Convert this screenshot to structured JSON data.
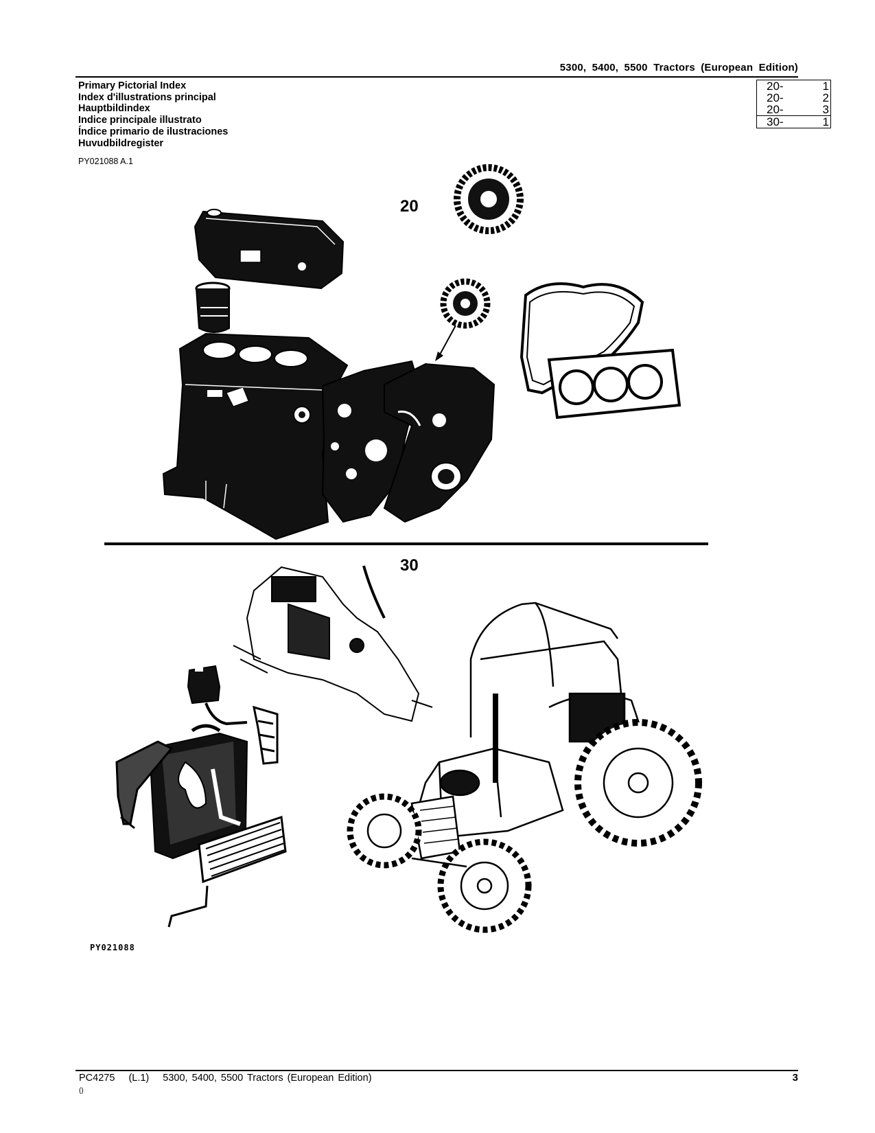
{
  "header": {
    "title": "5300, 5400, 5500 Tractors (European Edition)"
  },
  "titles": [
    "Primary Pictorial Index",
    "Index d'illustrations principal",
    "Hauptbildindex",
    "Indice principale illustrato",
    "Índice primario de ilustraciones",
    "Huvudbildregister"
  ],
  "figure_code": "PY021088 A.1",
  "index": [
    {
      "group": "20-",
      "page": "1"
    },
    {
      "group": "20-",
      "page": "2"
    },
    {
      "group": "20-",
      "page": "3"
    },
    {
      "group": "30-",
      "page": "1"
    }
  ],
  "sections": [
    {
      "label": "20"
    },
    {
      "label": "30"
    }
  ],
  "illustration_code": "PY021088",
  "footer": {
    "doc": "PC4275",
    "rev": "(L.1)",
    "title": "5300, 5400, 5500 Tractors (European Edition)",
    "page": "3",
    "sub": "()"
  }
}
